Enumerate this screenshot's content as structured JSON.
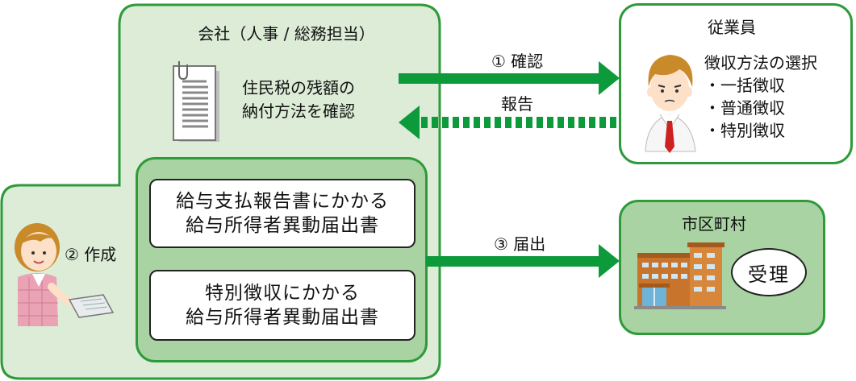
{
  "company": {
    "title": "会社（人事 / 総務担当）",
    "document_text_line1": "住民税の残額の",
    "document_text_line2": "納付方法を確認",
    "create_label": "② 作成",
    "forms": [
      {
        "line1": "給与支払報告書にかかる",
        "line2": "給与所得者異動届出書"
      },
      {
        "line1": "特別徴収にかかる",
        "line2": "給与所得者異動届出書"
      }
    ]
  },
  "employee": {
    "title": "従業員",
    "heading": "徴収方法の選択",
    "options": [
      "・一括徴収",
      "・普通徴収",
      "・特別徴収"
    ]
  },
  "municipality": {
    "title": "市区町村",
    "accepted_label": "受理"
  },
  "arrows": {
    "confirm_label": "① 確認",
    "report_label": "報告",
    "submit_label": "③ 届出"
  },
  "colors": {
    "frame_green": "#2e9a3a",
    "light_green": "#dcecd7",
    "mid_green": "#a9d3a3",
    "arrow_green": "#0d9a3a"
  }
}
